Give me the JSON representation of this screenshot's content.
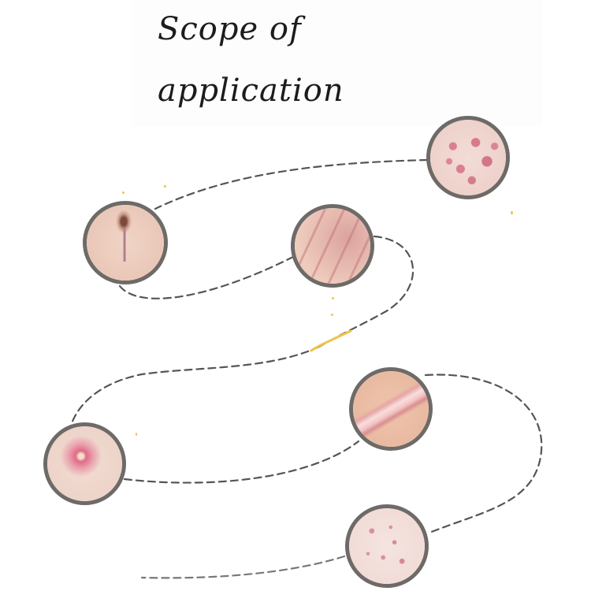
{
  "title": {
    "line1": "Scope of",
    "line2": "application"
  },
  "colors": {
    "text": "#1c1c1c",
    "ring": "#6e6a67",
    "dash": "#555555",
    "accent_speck": "#f0c34a"
  },
  "circles": [
    {
      "label": "skin-rash-bumps",
      "desc": "Raised red skin bumps"
    },
    {
      "label": "abdominal-surgical-scar",
      "desc": "Navel with vertical surgical scar"
    },
    {
      "label": "stretch-marks",
      "desc": "Stretch marks"
    },
    {
      "label": "raised-linear-scar",
      "desc": "Raised linear scar"
    },
    {
      "label": "insect-bite-redness",
      "desc": "Red inflamed spot"
    },
    {
      "label": "acne-marks",
      "desc": "Acne marks"
    }
  ]
}
